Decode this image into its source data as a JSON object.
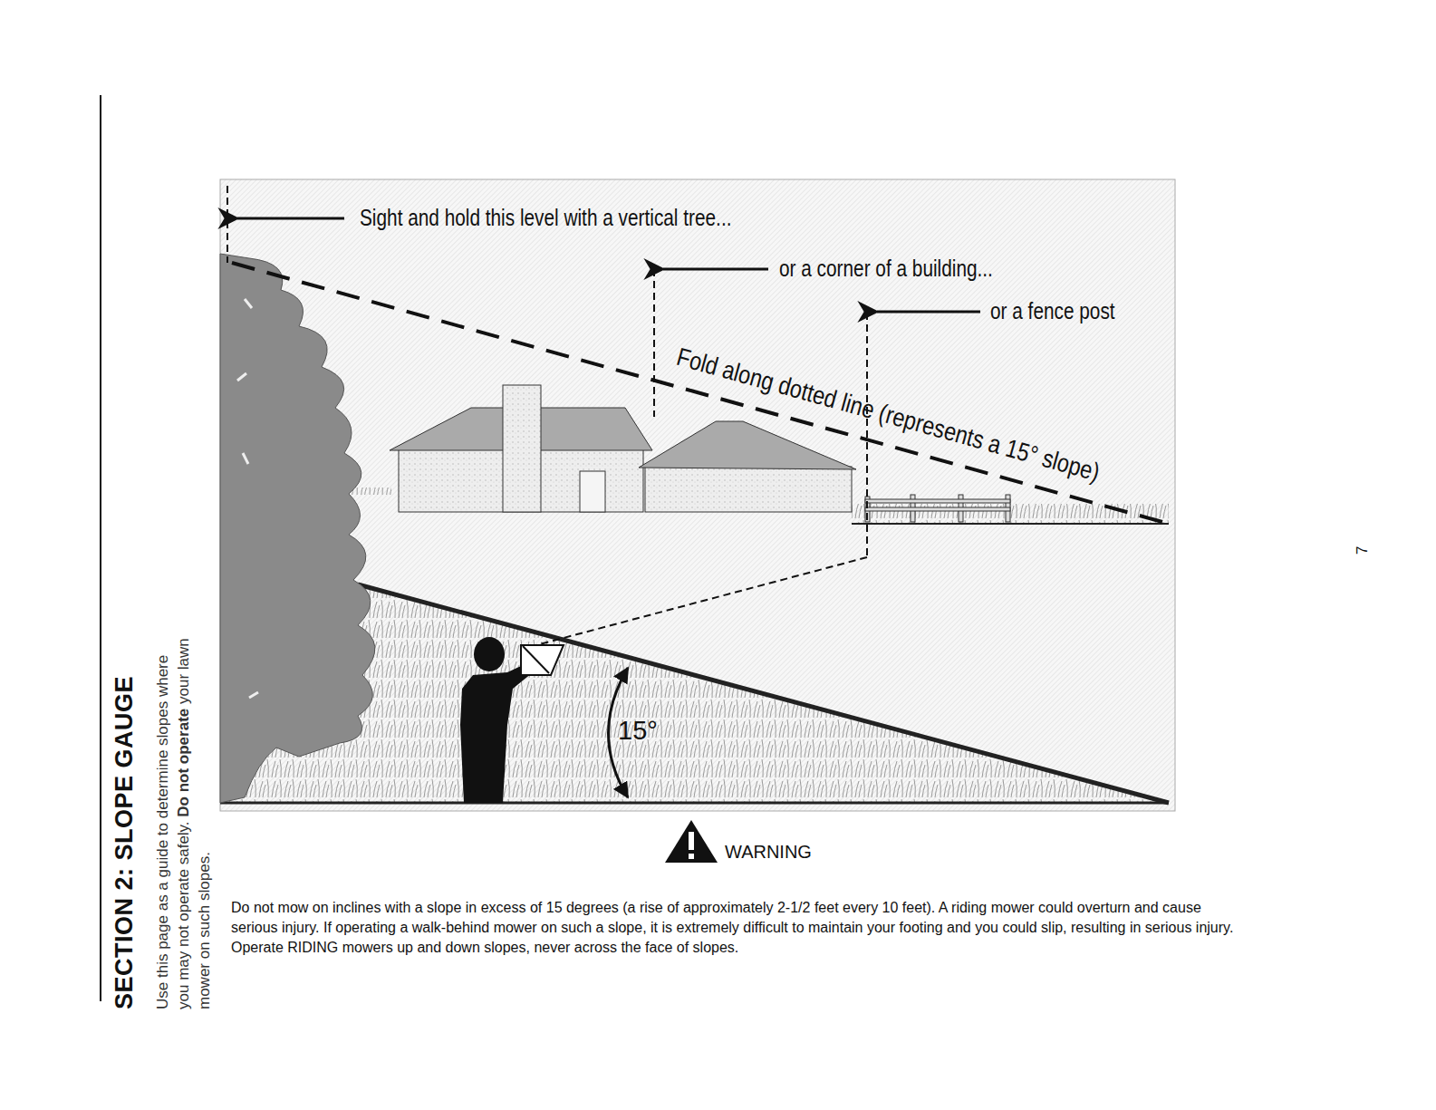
{
  "diagram": {
    "title": "SECTION 2: SLOPE GAUGE",
    "labels": [
      "Use this page as a guide to determine slopes where you may not operate safely.",
      "Do not operate",
      "your lawn mower on such slopes.",
      "Sight and hold this level with a vertical tree...",
      "or a corner of a building...",
      "or a fence post",
      "Fold along dotted line (represents a 15° slope)",
      "15°",
      "WARNING",
      "Do not mow on inclines with a slope in excess of 15 degrees (a rise of approximately 2-1/2 feet every 10 feet). A riding mower could overturn and cause serious injury. If operating a walk-behind mower on such a slope, it is extremely difficult to maintain your footing and you could slip, resulting in serious injury.",
      "Operate RIDING mowers up and down slopes, never across the face of slopes.",
      "7"
    ]
  }
}
